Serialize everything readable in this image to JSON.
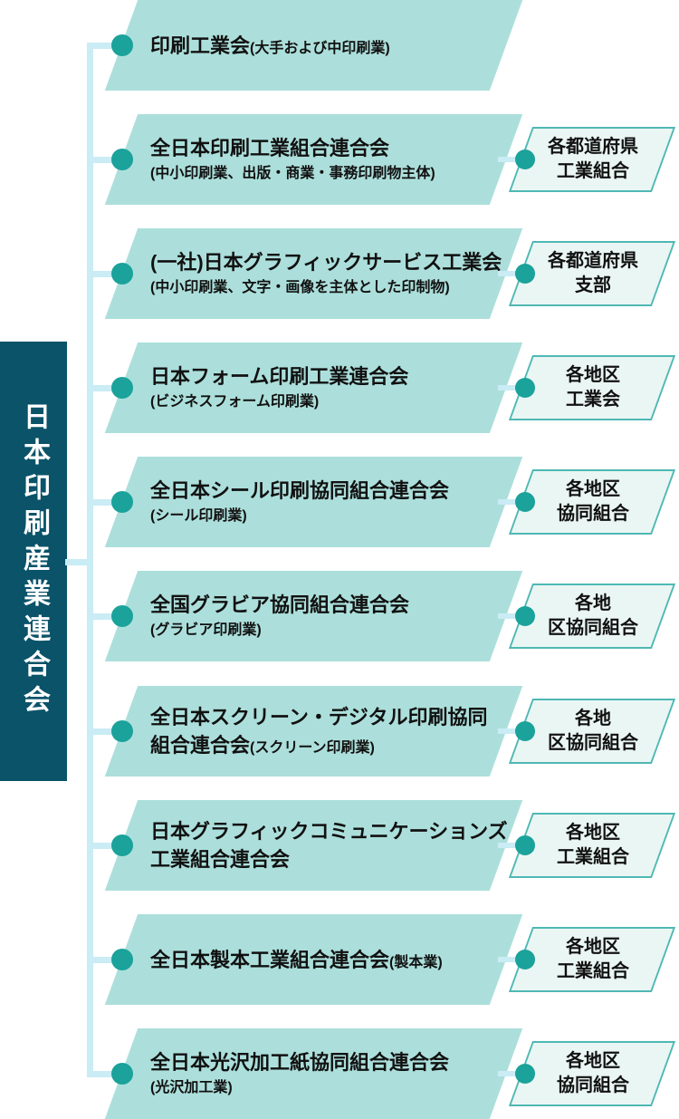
{
  "org": {
    "title": "日本印刷産業連合会"
  },
  "colors": {
    "parent_bar": "#0a5369",
    "member_box_fill": "#acdfdb",
    "branch_box_fill": "#eaf6f3",
    "branch_box_border": "#4fb8b4",
    "connector_dot": "#1aa29b",
    "connector_line": "#c9ecf5",
    "text": "#111111"
  },
  "rows": [
    {
      "lines": [
        [
          {
            "text": "印刷工業会",
            "kind": "name"
          },
          {
            "text": "(大手および中印刷業)",
            "kind": "note"
          }
        ]
      ],
      "sub": null
    },
    {
      "lines": [
        [
          {
            "text": "全日本印刷工業組合連合会",
            "kind": "name"
          }
        ],
        [
          {
            "text": "(中小印刷業、出版・商業・事務印刷物主体)",
            "kind": "note"
          }
        ]
      ],
      "sub": [
        "各都道府県",
        "工業組合"
      ]
    },
    {
      "lines": [
        [
          {
            "text": "(一社)日本グラフィックサービス工業会",
            "kind": "name"
          }
        ],
        [
          {
            "text": "(中小印刷業、文字・画像を主体とした印制物)",
            "kind": "note"
          }
        ]
      ],
      "sub": [
        "各都道府県",
        "支部"
      ]
    },
    {
      "lines": [
        [
          {
            "text": "日本フォーム印刷工業連合会",
            "kind": "name"
          }
        ],
        [
          {
            "text": "(ビジネスフォーム印刷業)",
            "kind": "note"
          }
        ]
      ],
      "sub": [
        "各地区",
        "工業会"
      ]
    },
    {
      "lines": [
        [
          {
            "text": "全日本シール印刷協同組合連合会",
            "kind": "name"
          }
        ],
        [
          {
            "text": "(シール印刷業)",
            "kind": "note"
          }
        ]
      ],
      "sub": [
        "各地区",
        "協同組合"
      ]
    },
    {
      "lines": [
        [
          {
            "text": "全国グラビア協同組合連合会",
            "kind": "name"
          }
        ],
        [
          {
            "text": "(グラビア印刷業)",
            "kind": "note"
          }
        ]
      ],
      "sub": [
        "各地",
        "区協同組合"
      ]
    },
    {
      "lines": [
        [
          {
            "text": "全日本スクリーン・デジタル印刷協同",
            "kind": "name"
          }
        ],
        [
          {
            "text": "組合連合会",
            "kind": "name"
          },
          {
            "text": "(スクリーン印刷業)",
            "kind": "note"
          }
        ]
      ],
      "sub": [
        "各地",
        "区協同組合"
      ]
    },
    {
      "lines": [
        [
          {
            "text": "日本グラフィックコミュニケーションズ",
            "kind": "name"
          }
        ],
        [
          {
            "text": "工業組合連合会",
            "kind": "name"
          }
        ]
      ],
      "sub": [
        "各地区",
        "工業組合"
      ]
    },
    {
      "lines": [
        [
          {
            "text": "全日本製本工業組合連合会",
            "kind": "name"
          },
          {
            "text": "(製本業)",
            "kind": "note"
          }
        ]
      ],
      "sub": [
        "各地区",
        "工業組合"
      ]
    },
    {
      "lines": [
        [
          {
            "text": "全日本光沢加工紙協同組合連合会",
            "kind": "name"
          }
        ],
        [
          {
            "text": "(光沢加工業)",
            "kind": "note"
          }
        ]
      ],
      "sub": [
        "各地区",
        "協同組合"
      ]
    }
  ]
}
